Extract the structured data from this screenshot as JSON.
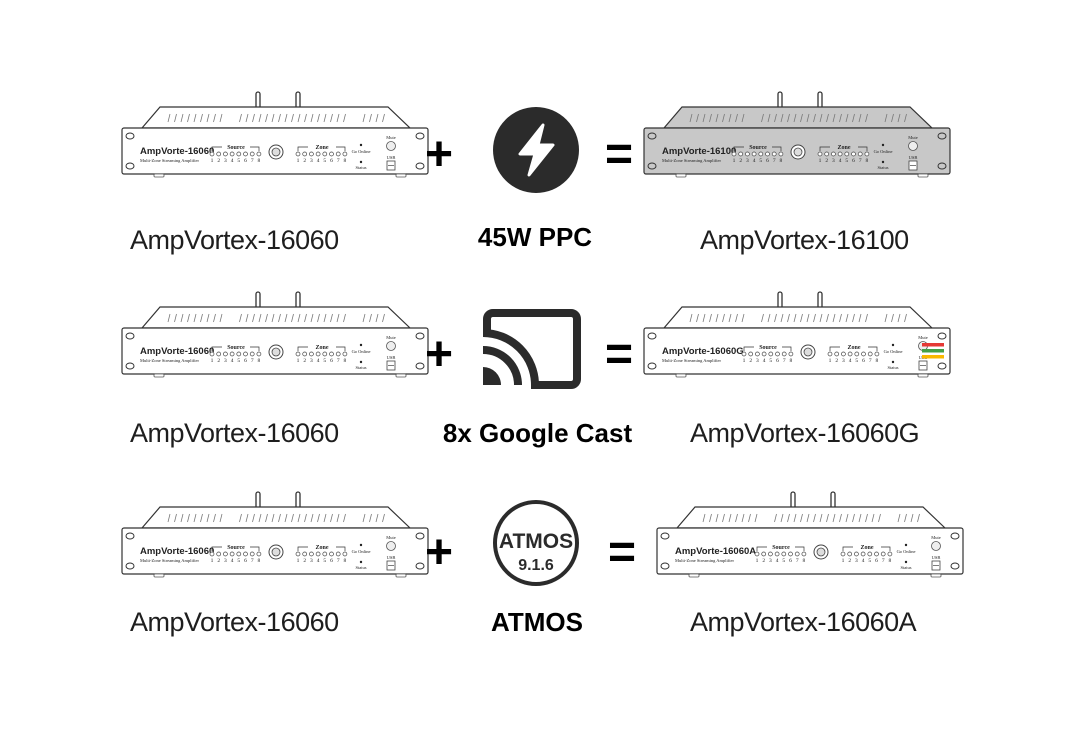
{
  "title": "AmpVortex upgrade combinations",
  "operators": {
    "plus": "+",
    "equals": "="
  },
  "panel_text": {
    "source": "Source",
    "zone": "Zone",
    "subtitle": "Multi-Zone Streaming Amplifier",
    "go_online": "Go Online",
    "status": "Status",
    "mute": "Mute",
    "usb": "USB",
    "channels": [
      "1",
      "2",
      "3",
      "4",
      "5",
      "6",
      "7",
      "8"
    ]
  },
  "rows": [
    {
      "base": {
        "name": "AmpVortex-16060",
        "panel_model": "AmpVorte-16060"
      },
      "addon": {
        "name": "45W PPC",
        "icon": "lightning-bolt-icon"
      },
      "result": {
        "name": "AmpVortex-16100",
        "panel_model": "AmpVorte-16100",
        "panel_color": "#c8c8c8"
      }
    },
    {
      "base": {
        "name": "AmpVortex-16060",
        "panel_model": "AmpVorte-16060"
      },
      "addon": {
        "name": "8x Google Cast",
        "icon": "google-cast-icon"
      },
      "result": {
        "name": "AmpVortex-16060G",
        "panel_model": "AmpVorte-16060G",
        "stripe_colors": [
          "#e53935",
          "#43a047",
          "#f9b800"
        ]
      }
    },
    {
      "base": {
        "name": "AmpVortex-16060",
        "panel_model": "AmpVorte-16060"
      },
      "addon": {
        "name": "ATMOS",
        "icon": "atmos-badge-icon",
        "badge_title": "ATMOS",
        "badge_subtitle": "9.1.6"
      },
      "result": {
        "name": "AmpVortex-16060A",
        "panel_model": "AmpVorte-16060A"
      }
    }
  ]
}
